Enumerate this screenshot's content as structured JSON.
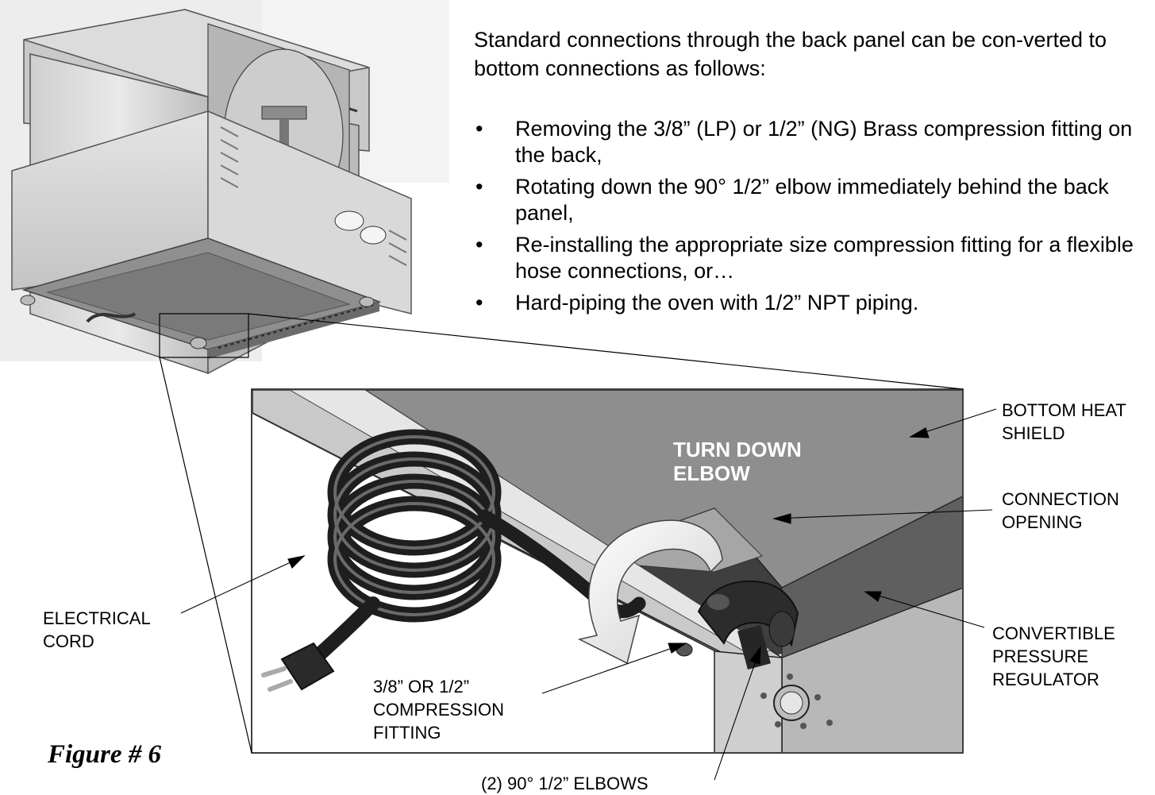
{
  "intro": "Standard connections through the back panel can be con-verted to bottom connections as follows:",
  "steps": [
    "Removing the 3/8” (LP) or 1/2” (NG) Brass compression fitting on the back,",
    "Rotating down the 90° 1/2” elbow immediately behind the back panel,",
    "Re-installing the appropriate size compression fitting for a flexible hose connections, or…",
    "Hard-piping the oven with 1/2” NPT piping."
  ],
  "callout": {
    "line1": "TURN DOWN",
    "line2": "ELBOW"
  },
  "labels": {
    "bottom_heat_shield": {
      "line1": "BOTTOM HEAT",
      "line2": "SHIELD"
    },
    "connection_opening": {
      "line1": "CONNECTION",
      "line2": "OPENING"
    },
    "pressure_regulator": {
      "line1": "CONVERTIBLE",
      "line2": "PRESSURE",
      "line3": "REGULATOR"
    },
    "electrical_cord": {
      "line1": "ELECTRICAL",
      "line2": "CORD"
    },
    "compression_fitting": {
      "line1": "3/8” OR 1/2”",
      "line2": "COMPRESSION",
      "line3": "FITTING"
    },
    "elbows": "(2) 90° 1/2” ELBOWS"
  },
  "figure_caption": "Figure # 6"
}
